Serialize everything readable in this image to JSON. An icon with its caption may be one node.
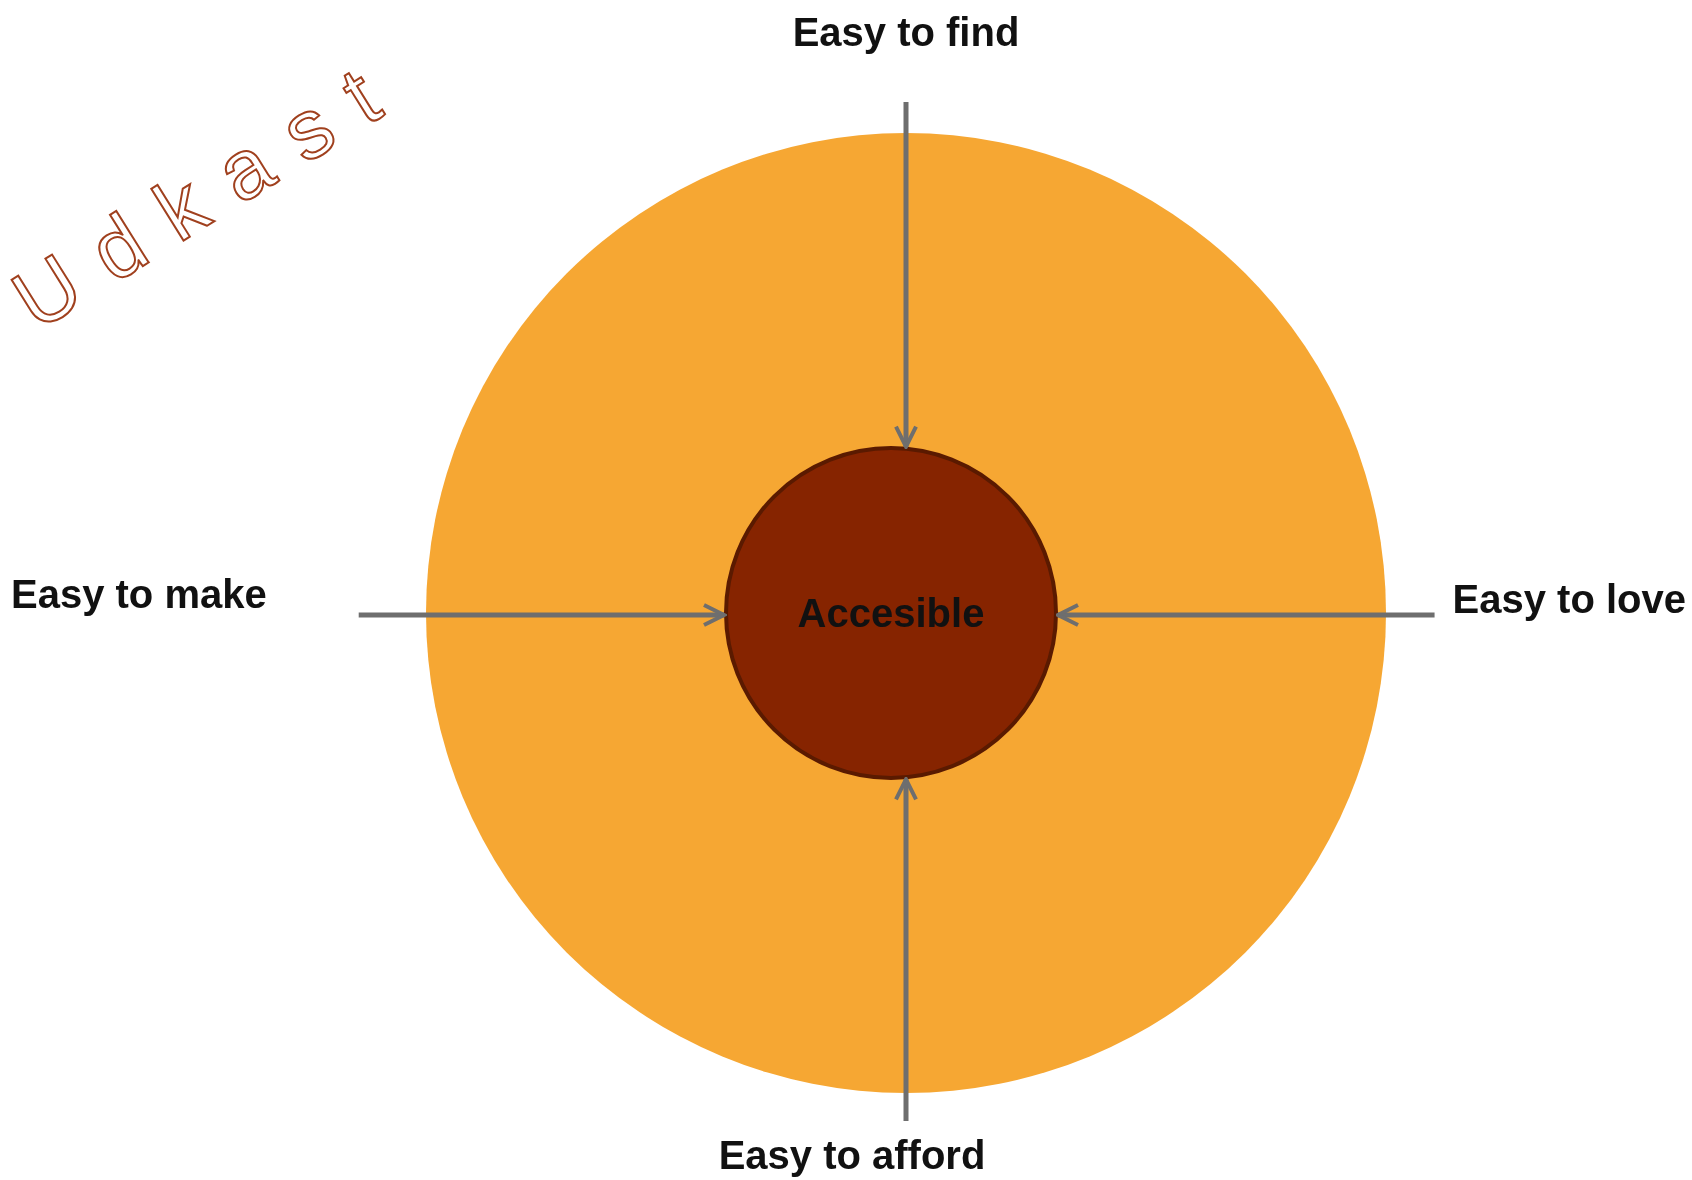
{
  "diagram": {
    "nodes": [
      {
        "text": [],
        "shape": "circle"
      },
      {
        "text": [
          "Accesible"
        ],
        "in": 0
      },
      {
        "text": [
          "Easy to find"
        ]
      },
      {
        "text": [
          "Easy to make"
        ]
      },
      {
        "text": [
          "Easy to love"
        ]
      },
      {
        "text": [
          "Easy to afford"
        ]
      }
    ],
    "edges": [
      {
        "from": 2,
        "to": 1,
        "arrow": "to"
      },
      {
        "from": 3,
        "to": 1,
        "arrow": "to"
      },
      {
        "from": 4,
        "to": 1,
        "arrow": "to"
      },
      {
        "from": 5,
        "to": 1,
        "arrow": "to"
      }
    ],
    "labels": [
      "Udkast"
    ]
  }
}
